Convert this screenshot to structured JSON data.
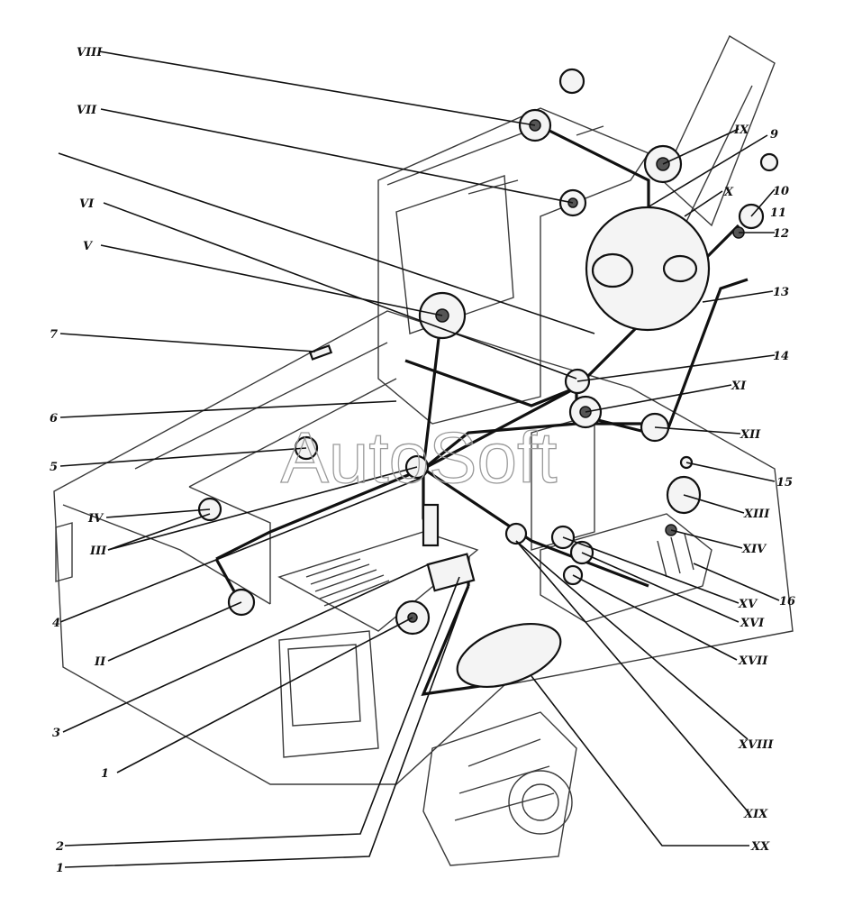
{
  "diagram": {
    "watermark": "AutoSoft",
    "roman_labels": [
      "VIII",
      "VII",
      "VI",
      "V",
      "IV",
      "III",
      "II",
      "IX",
      "X",
      "XI",
      "XII",
      "XIII",
      "XIV",
      "XV",
      "XVI",
      "XVII",
      "XVIII",
      "XIX",
      "XX"
    ],
    "arabic_labels": [
      "7",
      "6",
      "5",
      "4",
      "3",
      "2",
      "1",
      "9",
      "10",
      "11",
      "12",
      "13",
      "14",
      "15",
      "16"
    ]
  }
}
